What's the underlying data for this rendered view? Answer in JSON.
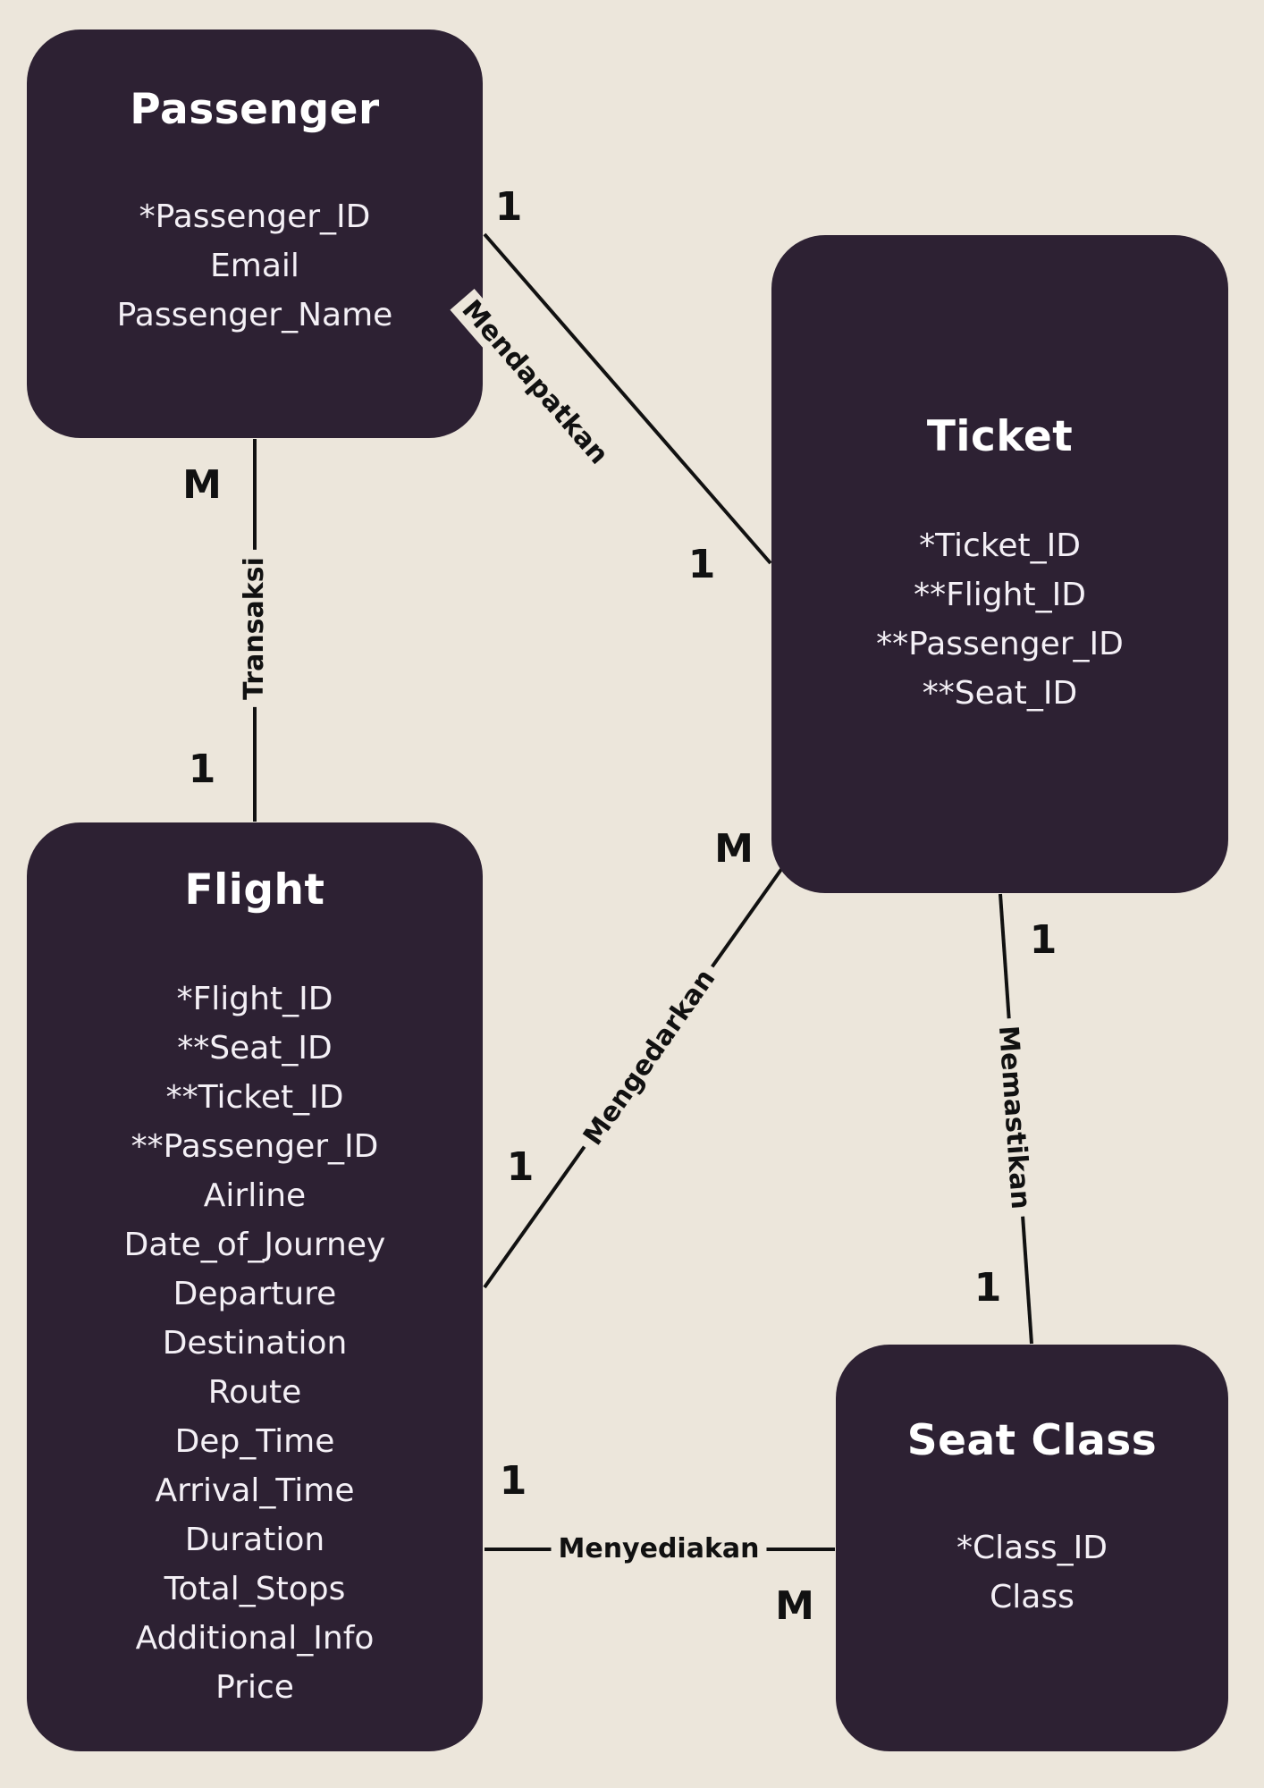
{
  "entities": {
    "passenger": {
      "title": "Passenger",
      "attributes": [
        "*Passenger_ID",
        "Email",
        "Passenger_Name"
      ]
    },
    "ticket": {
      "title": "Ticket",
      "attributes": [
        "*Ticket_ID",
        "**Flight_ID",
        "**Passenger_ID",
        "**Seat_ID"
      ]
    },
    "flight": {
      "title": "Flight",
      "attributes": [
        "*Flight_ID",
        "**Seat_ID",
        "**Ticket_ID",
        "**Passenger_ID",
        "Airline",
        "Date_of_Journey",
        "Departure",
        "Destination",
        "Route",
        "Dep_Time",
        "Arrival_Time",
        "Duration",
        "Total_Stops",
        "Additional_Info",
        "Price"
      ]
    },
    "seat_class": {
      "title": "Seat Class",
      "attributes": [
        "*Class_ID",
        "Class"
      ]
    }
  },
  "relationships": {
    "mendapatkan": {
      "label": "Mendapatkan",
      "card_passenger": "1",
      "card_ticket": "1"
    },
    "transaksi": {
      "label": "Transaksi",
      "card_passenger": "M",
      "card_flight": "1"
    },
    "mengedarkan": {
      "label": "Mengedarkan",
      "card_ticket": "M",
      "card_flight": "1"
    },
    "memastikan": {
      "label": "Memastikan",
      "card_ticket": "1",
      "card_seat_class": "1"
    },
    "menyediakan": {
      "label": "Menyediakan",
      "card_flight": "1",
      "card_seat_class": "M"
    }
  },
  "colors": {
    "background": "#ece6db",
    "entity_fill": "#2d2133",
    "entity_text": "#ffffff",
    "line": "#111111"
  }
}
